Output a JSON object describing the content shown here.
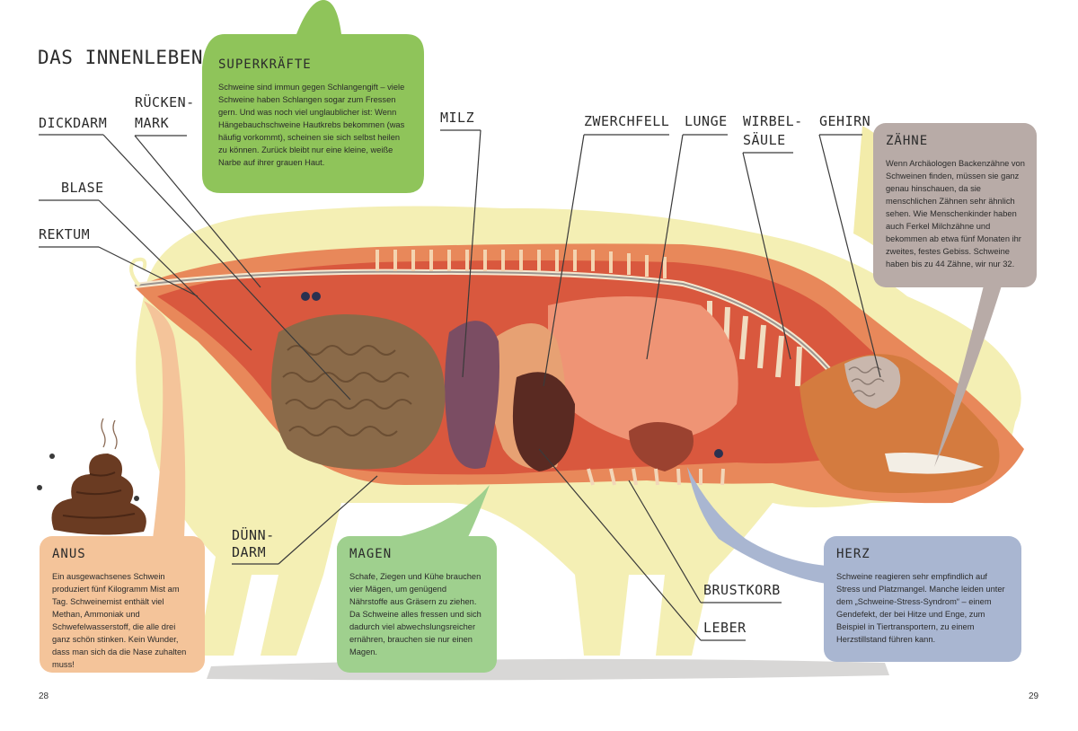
{
  "page_title": "DAS INNENLEBEN",
  "labels": {
    "dickdarm": "DICKDARM",
    "ruecken": "RÜCKEN-",
    "mark": "MARK",
    "blase": "BLASE",
    "rektum": "REKTUM",
    "milz": "MILZ",
    "zwerchfell": "ZWERCHFELL",
    "lunge": "LUNGE",
    "wirbel": "WIRBEL-",
    "saeule": "SÄULE",
    "gehirn": "GEHIRN",
    "duenn": "DÜNN-",
    "darm": "DARM",
    "brustkorb": "BRUSTKORB",
    "leber": "LEBER"
  },
  "boxes": {
    "superkraefte": {
      "title": "SUPERKRÄFTE",
      "text": "Schweine sind immun gegen Schlangengift – viele Schweine haben Schlangen sogar zum Fressen gern. Und was noch viel unglaublicher ist: Wenn Hängebauchschweine Hautkrebs bekommen (was häufig vorkommt), scheinen sie sich selbst heilen zu können. Zurück bleibt nur eine kleine, weiße Narbe auf ihrer grauen Haut.",
      "color": "#8fc45a"
    },
    "zaehne": {
      "title": "ZÄHNE",
      "text": "Wenn Archäologen Backenzähne von Schweinen finden, müssen sie ganz genau hinschauen, da sie menschlichen Zähnen sehr ähnlich sehen. Wie Menschenkinder haben auch Ferkel Milchzähne und bekommen ab etwa fünf Monaten ihr zweites, festes Gebiss. Schweine haben bis zu 44 Zähne, wir nur 32.",
      "color": "#b8aba7"
    },
    "anus": {
      "title": "ANUS",
      "text": "Ein ausgewachsenes Schwein produziert fünf Kilogramm Mist am Tag. Schweinemist enthält viel Methan, Ammoniak und Schwefelwasserstoff, die alle drei ganz schön stinken. Kein Wunder, dass man sich da die Nase zuhalten muss!",
      "color": "#f4c49a"
    },
    "magen": {
      "title": "MAGEN",
      "text": "Schafe, Ziegen und Kühe brauchen vier Mägen, um genügend Nährstoffe aus Gräsern zu ziehen. Da Schweine alles fressen und sich dadurch viel abwechslungsreicher ernähren, brauchen sie nur einen Magen.",
      "color": "#9fd08e"
    },
    "herz": {
      "title": "HERZ",
      "text": "Schweine reagieren sehr empfindlich auf Stress und Platzmangel. Manche leiden unter dem „Schweine-Stress-Syndrom“ – einem Gendefekt, der bei Hitze und Enge, zum Beispiel in Tiertransportern, zu einem Herzstillstand führen kann.",
      "color": "#a9b6d1"
    }
  },
  "page_numbers": {
    "left": "28",
    "right": "29"
  }
}
